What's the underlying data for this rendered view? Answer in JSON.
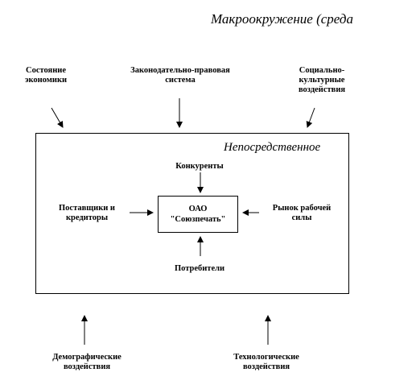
{
  "title": "Макроокружение (среда",
  "inner_title": "Непосредственное",
  "macro_factors": {
    "economy": "Состояние\nэкономики",
    "legal": "Законодательно-правовая\nсистема",
    "social": "Социально-\nкультурные\nвоздействия",
    "demographic": "Демографические\nвоздействия",
    "technological": "Технологические\nвоздействия"
  },
  "direct_factors": {
    "competitors": "Конкуренты",
    "suppliers": "Поставщики и\nкредиторы",
    "labor_market": "Рынок рабочей\nсилы",
    "consumers": "Потребители"
  },
  "company": {
    "line1": "ОАО",
    "line2": "\"Союзпечать\""
  }
}
